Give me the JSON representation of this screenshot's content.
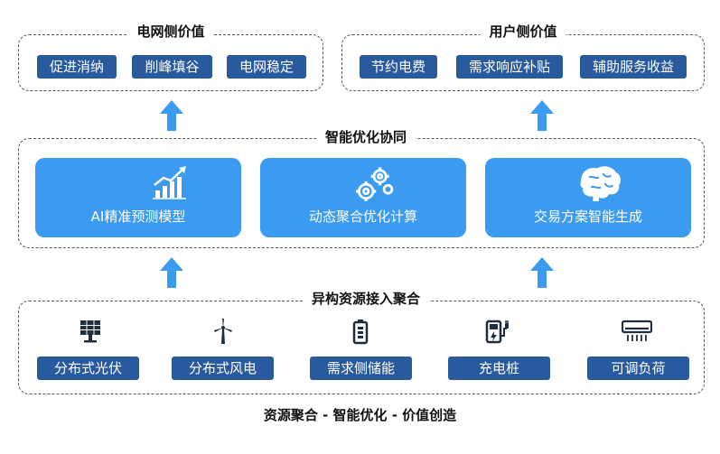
{
  "grid_value": {
    "title": "电网侧价值",
    "items": [
      "促进消纳",
      "削峰填谷",
      "电网稳定"
    ]
  },
  "user_value": {
    "title": "用户侧价值",
    "items": [
      "节约电费",
      "需求响应补贴",
      "辅助服务收益"
    ]
  },
  "smart": {
    "title": "智能优化协同",
    "cards": [
      {
        "label": "AI精准预测模型",
        "icon": "chart-growth-icon"
      },
      {
        "label": "动态聚合优化计算",
        "icon": "gears-icon"
      },
      {
        "label": "交易方案智能生成",
        "icon": "brain-icon"
      }
    ]
  },
  "resources": {
    "title": "异构资源接入聚合",
    "items": [
      {
        "label": "分布式光伏",
        "icon": "solar-panel-icon"
      },
      {
        "label": "分布式风电",
        "icon": "wind-turbine-icon"
      },
      {
        "label": "需求侧储能",
        "icon": "battery-icon"
      },
      {
        "label": "充电桩",
        "icon": "charging-pile-icon"
      },
      {
        "label": "可调负荷",
        "icon": "air-conditioner-icon"
      }
    ]
  },
  "footer": "资源聚合 - 智能优化 - 价值创造",
  "colors": {
    "tag": "#2a5a9e",
    "card": "#3b9bf0",
    "arrow": "#3b9bf0"
  }
}
